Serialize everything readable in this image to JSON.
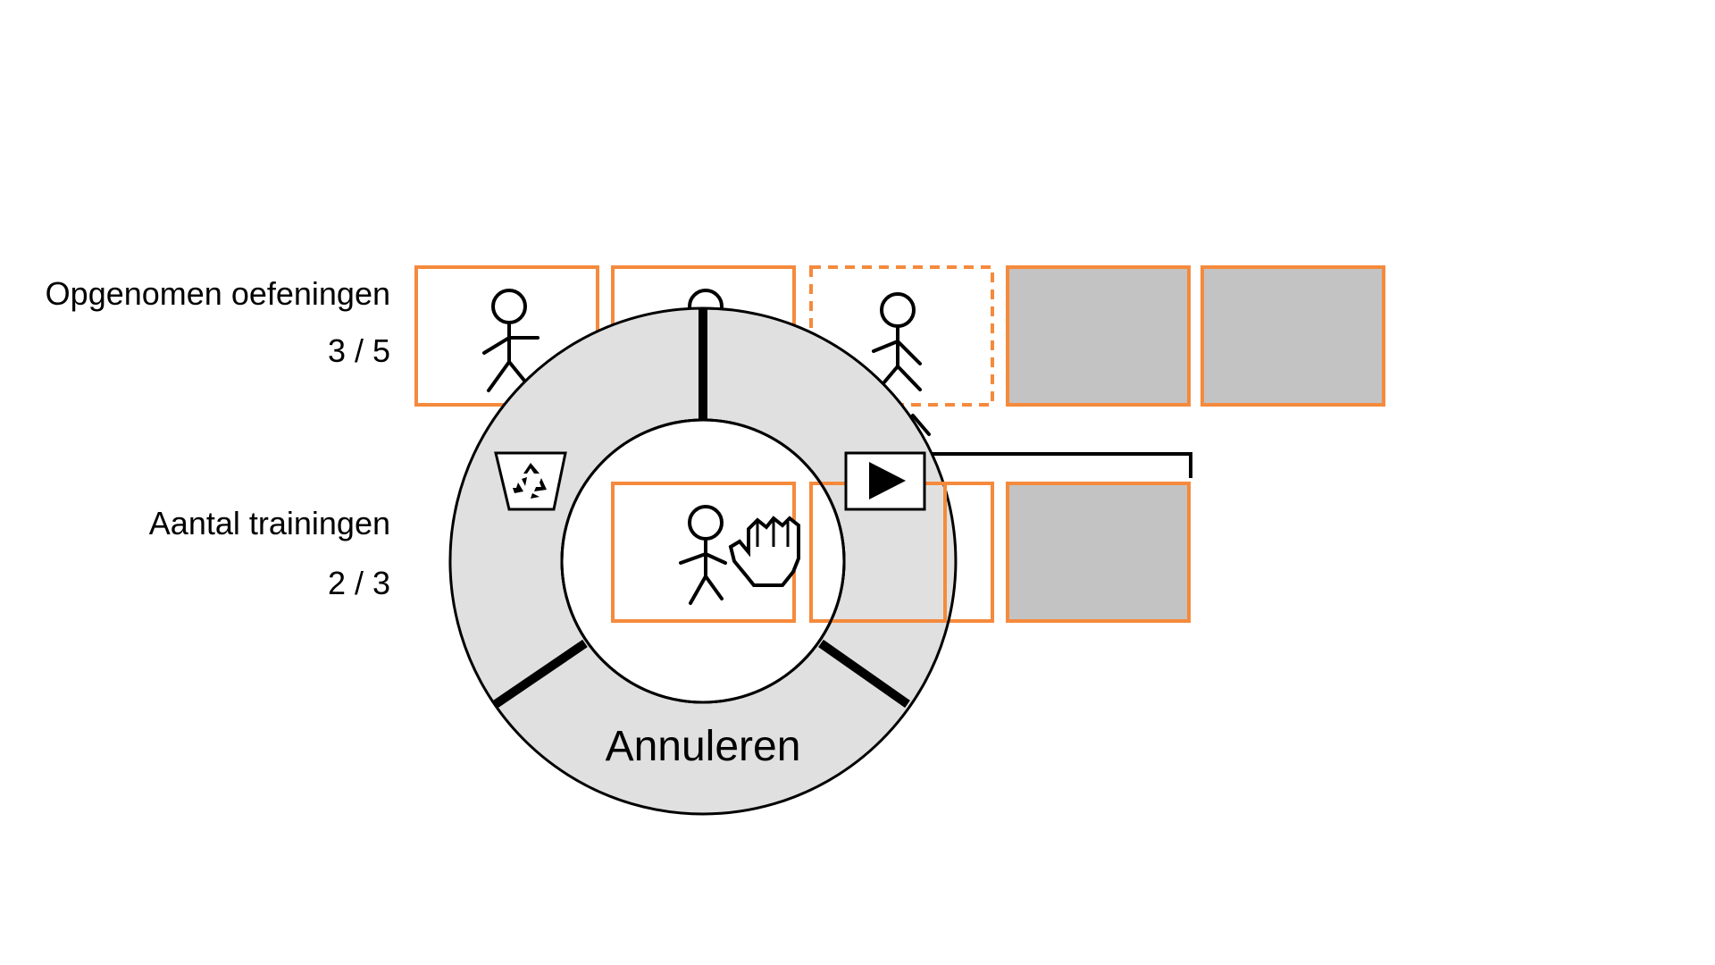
{
  "recorded": {
    "title": "Opgenomen oefeningen",
    "count": "3 / 5",
    "done": 3,
    "total": 5
  },
  "trainings": {
    "title": "Aantal trainingen",
    "count": "2 / 3",
    "done": 2,
    "total": 3
  },
  "radial_menu": {
    "cancel_label": "Annuleren",
    "left_action_icon": "recycle-bin-icon",
    "right_action_icon": "play-icon",
    "center_icons": [
      "stick-figure-icon",
      "grab-hand-icon"
    ]
  },
  "colors": {
    "accent": "#f58a3c",
    "empty_slot": "#c3c3c3",
    "menu_fill": "#e0e0e0"
  }
}
